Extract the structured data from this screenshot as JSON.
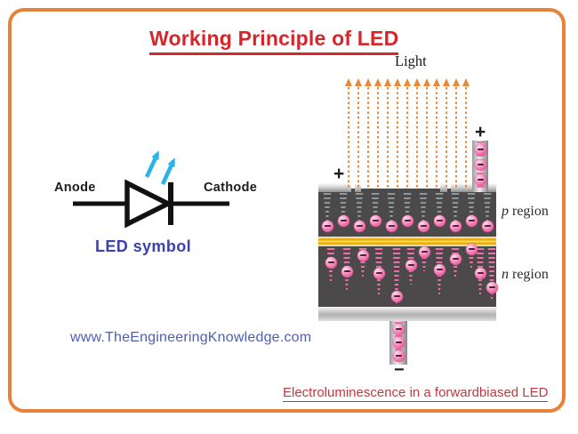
{
  "title": "Working Principle of LED",
  "watermark": "www.TheEngineeringKnowledge.com",
  "footer_caption": "Electroluminescence in a forwardbiased LED",
  "led_symbol": {
    "anode": "Anode",
    "cathode": "Cathode",
    "label": "LED symbol"
  },
  "led_structure": {
    "light": "Light",
    "p_letter": "p",
    "n_letter": "n",
    "region_word": "region",
    "top_left_sign": "+",
    "top_right_sign": "+",
    "bottom_sign": "−"
  },
  "colors": {
    "border_orange": "#E8813A",
    "title_red": "#D6252B",
    "caption_red": "#C2383E",
    "watermark_blue": "#4F5FB2",
    "symbol_blue": "#3C42AD",
    "light_ray_orange": "#E8883A",
    "photon_arrow_cyan": "#29B2EC",
    "electron_pink": "#EF6FA9",
    "hole_trail_gray": "#8C9797",
    "junction_gold": "#EDAD0B",
    "semiconductor_gray": "#4B494A"
  }
}
